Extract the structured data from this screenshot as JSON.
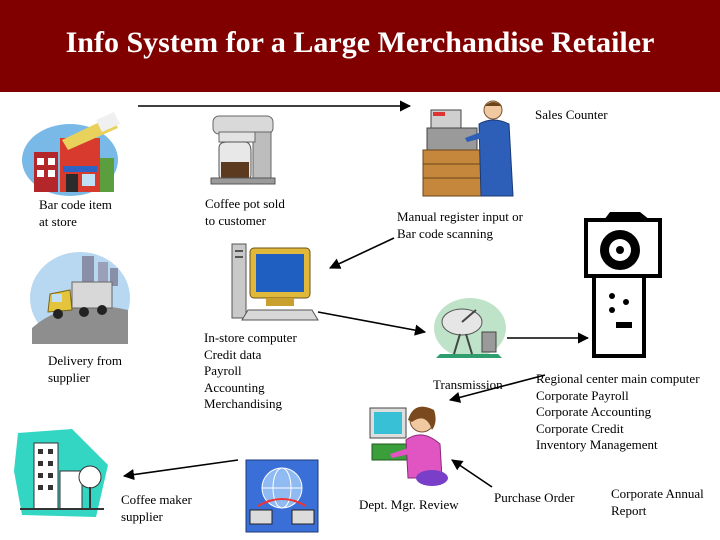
{
  "header": {
    "title": "Info System for a Large Merchandise Retailer"
  },
  "colors": {
    "header_bg": "#800000",
    "title_text": "#ffffff"
  },
  "nodes": {
    "sales_counter": "Sales Counter",
    "bar_code_item": "Bar code item\nat store",
    "coffee_pot_sold": "Coffee pot sold\nto customer",
    "manual_register": "Manual register input or\nBar code scanning",
    "delivery": "Delivery from\nsupplier",
    "in_store_computer": "In-store computer\nCredit data\nPayroll\nAccounting\nMerchandising",
    "transmission": "Transmission",
    "regional_center": "Regional center main computer\nCorporate Payroll\nCorporate Accounting\nCorporate Credit\nInventory Management",
    "coffee_maker_supplier": "Coffee maker\nsupplier",
    "dept_mgr_review": "Dept. Mgr. Review",
    "purchase_order": "Purchase Order",
    "corporate_annual_report": "Corporate Annual\nReport"
  },
  "icons": {
    "store": "store-icon",
    "coffee_maker": "coffee-maker-icon",
    "cashier": "cashier-icon",
    "computer": "computer-icon",
    "truck": "delivery-truck-icon",
    "satellite": "satellite-dish-icon",
    "mainframe": "mainframe-icon",
    "city": "city-buildings-icon",
    "globe_network": "globe-network-icon",
    "manager": "manager-at-computer-icon"
  }
}
